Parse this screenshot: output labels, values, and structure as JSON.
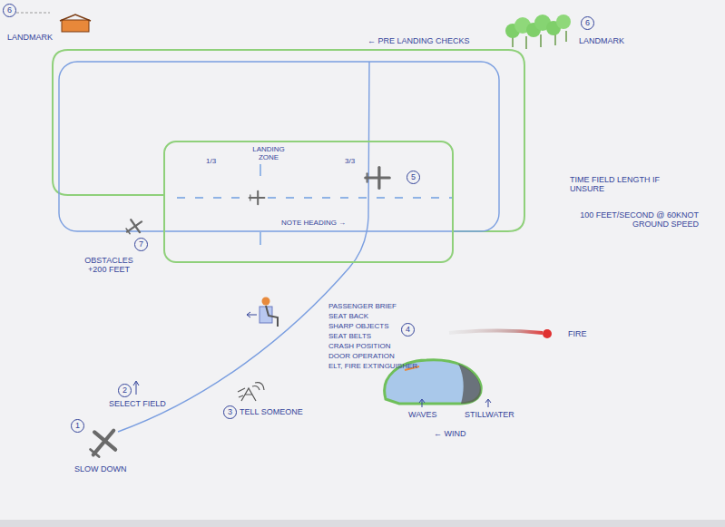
{
  "diagram": {
    "nodes": [
      {
        "text": [
          "LANDING ZONE",
          "1/3",
          "3/3",
          "NOTE HEADING →"
        ]
      }
    ],
    "labels": [
      "6",
      "LANDMARK",
      "← PRE LANDING CHECKS",
      "6",
      "LANDMARK",
      "5",
      "TIME FIELD LENGTH IF UNSURE",
      "100 FEET/SECOND @ 60KNOT GROUND SPEED",
      "7",
      "OBSTACLES +200 FEET",
      "PASSENGER BRIEF",
      "SEAT BACK",
      "SHARP OBJECTS",
      "SEAT BELTS",
      "CRASH POSITION",
      "DOOR OPERATION",
      "ELT, FIRE EXTINGUISHER",
      "4",
      "FIRE",
      "WAVES",
      "STILLWATER",
      "← WIND",
      "1",
      "SLOW DOWN",
      "2",
      "SELECT FIELD",
      "3",
      "TELL SOMEONE"
    ]
  }
}
